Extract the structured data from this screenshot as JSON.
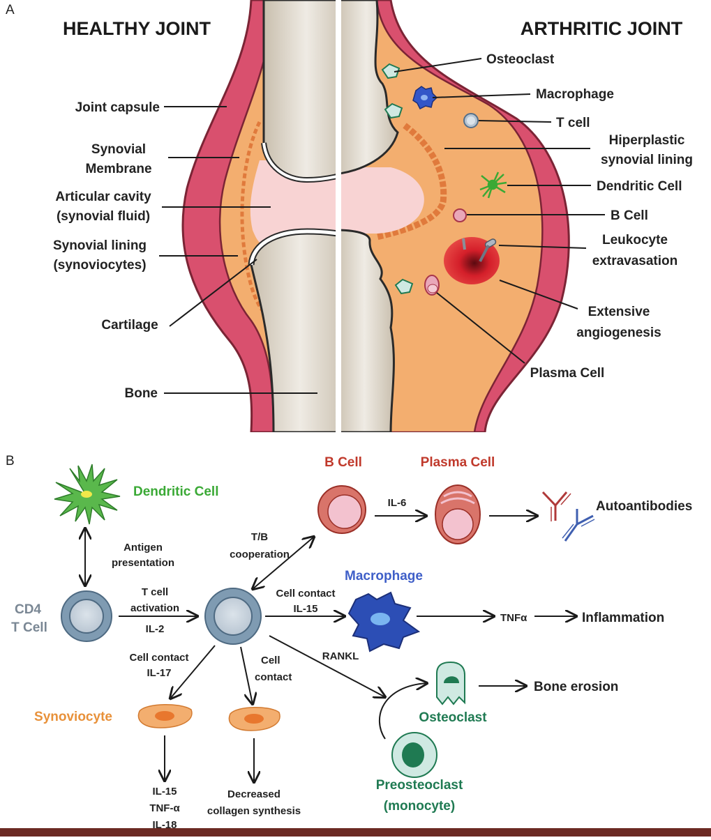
{
  "panel_a": {
    "letter": "A",
    "healthy_title": "HEALTHY JOINT",
    "arthritic_title": "ARTHRITIC JOINT",
    "healthy_labels": {
      "joint_capsule": "Joint capsule",
      "synovial_membrane_1": "Synovial",
      "synovial_membrane_2": "Membrane",
      "articular_cavity_1": "Articular cavity",
      "articular_cavity_2": "(synovial fluid)",
      "synovial_lining_1": "Synovial lining",
      "synovial_lining_2": "(synoviocytes)",
      "cartilage": "Cartilage",
      "bone": "Bone"
    },
    "arthritic_labels": {
      "osteoclast": "Osteoclast",
      "macrophage": "Macrophage",
      "t_cell": "T cell",
      "hiperplastic_1": "Hiperplastic",
      "hiperplastic_2": "synovial lining",
      "dendritic_cell": "Dendritic Cell",
      "b_cell": "B Cell",
      "leukocyte_1": "Leukocyte",
      "leukocyte_2": "extravasation",
      "angiogenesis_1": "Extensive",
      "angiogenesis_2": "angiogenesis",
      "plasma_cell": "Plasma Cell"
    }
  },
  "panel_b": {
    "letter": "B",
    "dendritic_cell": "Dendritic Cell",
    "antigen_1": "Antigen",
    "antigen_2": "presentation",
    "cd4_1": "CD4",
    "cd4_2": "T Cell",
    "activation_1": "T cell",
    "activation_2": "activation",
    "il2": "IL-2",
    "tb_1": "T/B",
    "tb_2": "cooperation",
    "b_cell": "B Cell",
    "il6": "IL-6",
    "plasma_cell": "Plasma Cell",
    "autoantibodies": "Autoantibodies",
    "macrophage": "Macrophage",
    "cell_contact_il15_1": "Cell contact",
    "cell_contact_il15_2": "IL-15",
    "tnfa": "TNFα",
    "inflammation": "Inflammation",
    "rankl": "RANKL",
    "osteoclast": "Osteoclast",
    "bone_erosion": "Bone erosion",
    "preosteoclast_1": "Preosteoclast",
    "preosteoclast_2": "(monocyte)",
    "cell_contact_il17_1": "Cell contact",
    "cell_contact_il17_2": "IL-17",
    "cell_contact_1": "Cell",
    "cell_contact_2": "contact",
    "synoviocyte": "Synoviocyte",
    "out_il15": "IL-15",
    "out_tnfa": "TNF-α",
    "out_il18": "IL-18",
    "decreased_1": "Decreased",
    "decreased_2": "collagen synthesis"
  },
  "colors": {
    "capsule": "#d9506e",
    "synovium": "#f3ae6f",
    "fluid": "#f8d3d3",
    "bone": "#ddd6c9",
    "dendritic": "#3aa935",
    "bcell": "#c0392b",
    "macrophage": "#2c4eb5",
    "osteoclast": "#1f7a52",
    "synoviocyte": "#e8913a",
    "tcell": "#6f8fa8",
    "footer": "#6b2a23"
  }
}
